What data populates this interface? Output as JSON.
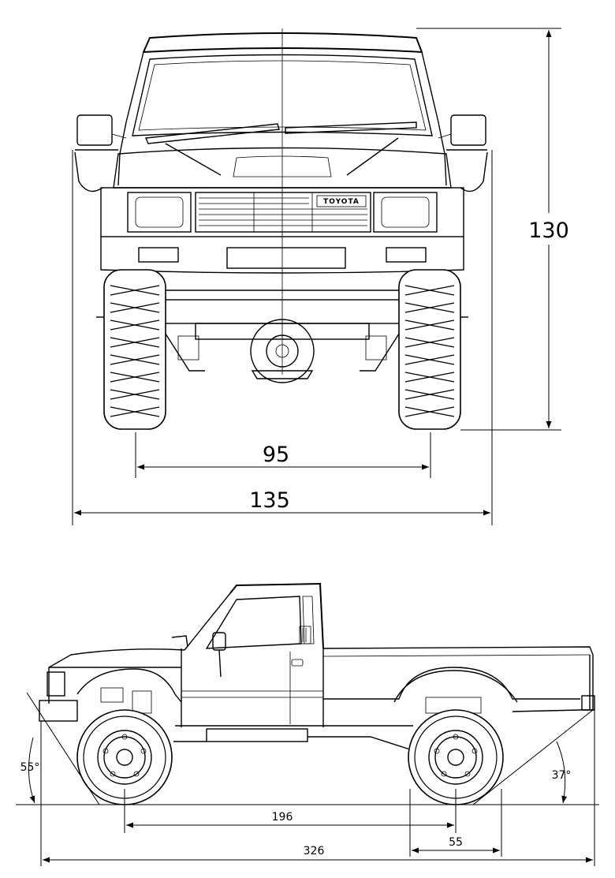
{
  "front_view": {
    "height_label": "130",
    "track_label": "95",
    "overall_width_label": "135",
    "grille_badge": "TOYOTA"
  },
  "side_view": {
    "approach_angle_label": "55°",
    "departure_angle_label": "37°",
    "wheelbase_label": "196",
    "rear_overhang_label": "55",
    "overall_length_label": "326"
  }
}
